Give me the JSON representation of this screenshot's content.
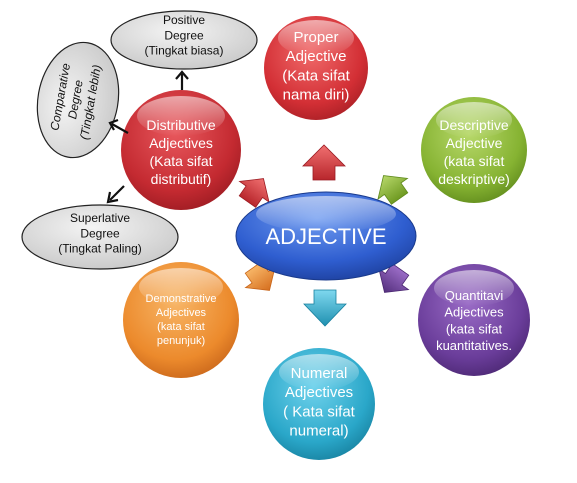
{
  "center": {
    "label": "ADJECTIVE",
    "color": "#2f5ed0"
  },
  "nodes": [
    {
      "id": "proper",
      "lines": [
        "Proper",
        "Adjective",
        "(Kata sifat",
        "nama diri)"
      ],
      "color": "#d83a3e"
    },
    {
      "id": "descriptive",
      "lines": [
        "Descriptive",
        "Adjective",
        "(kata sifat",
        "deskriptive)"
      ],
      "color": "#86b332"
    },
    {
      "id": "quantitative",
      "lines": [
        "Quantitavi",
        "Adjectives",
        "(kata sifat",
        "kuantitatives."
      ],
      "color": "#6a3d9a"
    },
    {
      "id": "numeral",
      "lines": [
        "Numeral",
        "Adjectives",
        "( Kata sifat",
        "numeral)"
      ],
      "color": "#2aa7c9"
    },
    {
      "id": "demonstrative",
      "lines": [
        "Demonstrative",
        "Adjectives",
        "(kata sifat",
        "penunjuk)"
      ],
      "color": "#ec8a2c"
    },
    {
      "id": "distributive",
      "lines": [
        "Distributive",
        "Adjectives",
        "(Kata sifat",
        "distributif)"
      ],
      "color": "#c9323a"
    }
  ],
  "degrees": [
    {
      "id": "positive",
      "lines": [
        "Positive",
        "Degree",
        "(Tingkat biasa)"
      ]
    },
    {
      "id": "comparative",
      "lines": [
        "Comparative",
        "Degree",
        "(Tingkat lebih)"
      ]
    },
    {
      "id": "superlative",
      "lines": [
        "Superlative",
        "Degree",
        "(Tingkat Paling)"
      ]
    }
  ]
}
